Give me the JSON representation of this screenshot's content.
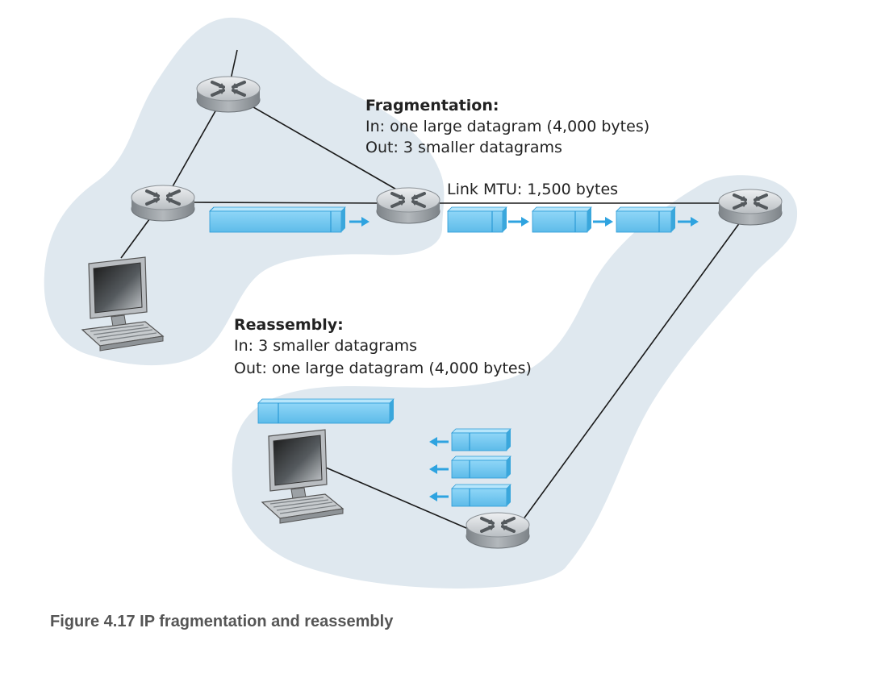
{
  "fragmentation": {
    "title": "Fragmentation:",
    "line_in": "In: one large datagram (4,000 bytes)",
    "line_out": "Out: 3 smaller datagrams"
  },
  "link": {
    "mtu_label": "Link MTU: 1,500 bytes"
  },
  "reassembly": {
    "title": "Reassembly:",
    "line_in": "In: 3 smaller datagrams",
    "line_out": "Out: one large datagram (4,000 bytes)"
  },
  "caption": "Figure 4.17 IP fragmentation and reassembly",
  "colors": {
    "cloud_fill": "#dfe8ef",
    "datagram_fill": "#69c3ee",
    "datagram_stroke": "#2a9ad6",
    "arrow": "#2ea3e0",
    "router_body": "#9ea3a7",
    "link_line": "#1a1a1a",
    "text": "#222222",
    "caption_text": "#555555"
  }
}
